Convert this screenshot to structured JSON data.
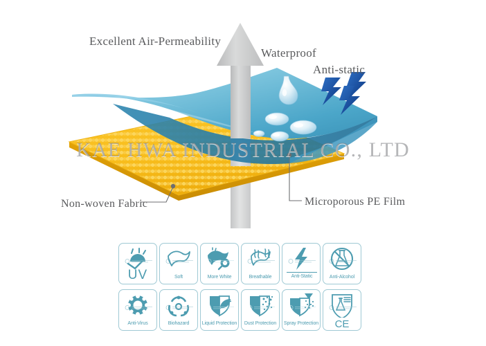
{
  "illustration": {
    "labels": {
      "air_permeability": "Excellent Air-Permeability",
      "waterproof": "Waterproof",
      "antistatic": "Anti-static",
      "non_woven_fabric": "Non-woven Fabric",
      "microporous_pe_film": "Microporous PE Film"
    },
    "watermark": "KAE HWA INDUSTRIAL CO., LTD",
    "colors": {
      "film_blue_light": "#9fd6e8",
      "film_blue": "#4ba6c9",
      "film_blue_dark": "#2a7fa8",
      "fabric_yellow": "#f5b81c",
      "fabric_yellow_light": "#fdd34e",
      "arrow_gray": "#c9cacb",
      "bolt_blue": "#1f4f9c",
      "label_text": "#595a5c"
    }
  },
  "features": {
    "accent_color": "#4d9cb0",
    "rows": [
      [
        {
          "label": "UV",
          "icon": "sun-uv-icon",
          "style": "big"
        },
        {
          "label": "Soft",
          "icon": "soft-fabric-icon",
          "style": "small"
        },
        {
          "label": "More White",
          "icon": "more-white-icon",
          "style": "small"
        },
        {
          "label": "Breathable",
          "icon": "breathable-icon",
          "style": "small"
        },
        {
          "label": "Anti-Static",
          "icon": "lightning-bolt-icon",
          "style": "underline"
        },
        {
          "label": "Anti-Alcohol",
          "icon": "anti-alcohol-icon",
          "style": "small"
        }
      ],
      [
        {
          "label": "Anti-Virus",
          "icon": "virus-icon",
          "style": "small"
        },
        {
          "label": "Biohazard",
          "icon": "biohazard-icon",
          "style": "small"
        },
        {
          "label": "Liquid Protection",
          "icon": "shield-liquid-icon",
          "style": "small"
        },
        {
          "label": "Dust Protection",
          "icon": "shield-dust-icon",
          "style": "small"
        },
        {
          "label": "Spray Protection",
          "icon": "shield-spray-icon",
          "style": "small"
        },
        {
          "label": "CE",
          "icon": "ce-mark-icon",
          "style": "ce"
        }
      ]
    ]
  }
}
